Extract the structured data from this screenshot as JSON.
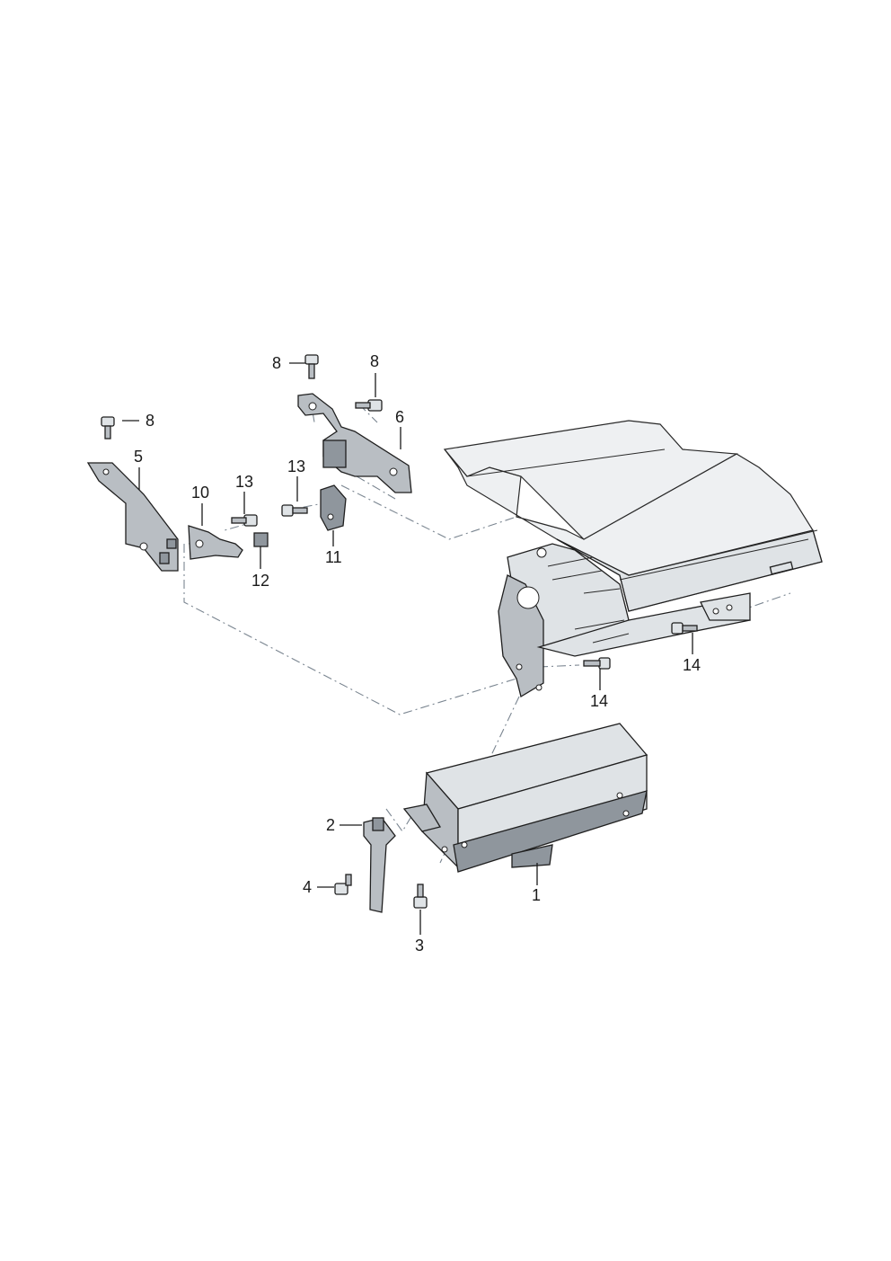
{
  "callouts": [
    {
      "id": "c1",
      "text": "1"
    },
    {
      "id": "c2",
      "text": "2"
    },
    {
      "id": "c3",
      "text": "3"
    },
    {
      "id": "c4",
      "text": "4"
    },
    {
      "id": "c5",
      "text": "5"
    },
    {
      "id": "c6",
      "text": "6"
    },
    {
      "id": "c8a",
      "text": "8"
    },
    {
      "id": "c8b",
      "text": "8"
    },
    {
      "id": "c8c",
      "text": "8"
    },
    {
      "id": "c10",
      "text": "10"
    },
    {
      "id": "c11",
      "text": "11"
    },
    {
      "id": "c12",
      "text": "12"
    },
    {
      "id": "c13a",
      "text": "13"
    },
    {
      "id": "c13b",
      "text": "13"
    },
    {
      "id": "c14a",
      "text": "14"
    },
    {
      "id": "c14b",
      "text": "14"
    }
  ],
  "colors": {
    "ink": "#1a1a1a",
    "dash_line": "#7a8590",
    "metal_dark": "#8f969d",
    "metal_mid": "#b9bec3",
    "metal_light": "#dfe3e6",
    "panel_pale": "#eef0f2"
  }
}
